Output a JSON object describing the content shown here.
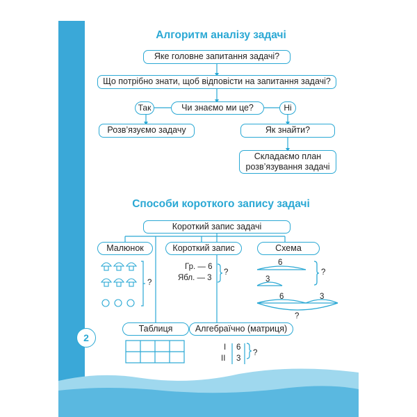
{
  "page_number": "2",
  "algorithm": {
    "title": "Алгоритм аналізу задачі",
    "q1": "Яке головне запитання задачі?",
    "q2": "Що потрібно знати, щоб відповісти на запитання задачі?",
    "q3": "Чи знаємо ми це?",
    "yes": "Так",
    "no": "Ні",
    "solve": "Розв’язуємо задачу",
    "how": "Як знайти?",
    "plan_line1": "Складаємо план",
    "plan_line2": "розв’язування задачі"
  },
  "methods": {
    "title": "Способи короткого запису задачі",
    "root": "Короткий запис задачі",
    "drawing": "Малюнок",
    "short": "Короткий запис",
    "scheme": "Схема",
    "table": "Таблиця",
    "algebraic": "Алгебраїчно (матриця)",
    "short_row1": "Гр. — 6",
    "short_row2": "Ябл. — 3",
    "q": "?",
    "scheme_a": "6",
    "scheme_b": "3",
    "scheme_c": "6",
    "scheme_d": "3",
    "matrix_r1_label": "I",
    "matrix_r1_val": "6",
    "matrix_r2_label": "II",
    "matrix_r2_val": "3"
  },
  "colors": {
    "accent": "#2aa8d4",
    "strip": "#3aa8d8"
  }
}
